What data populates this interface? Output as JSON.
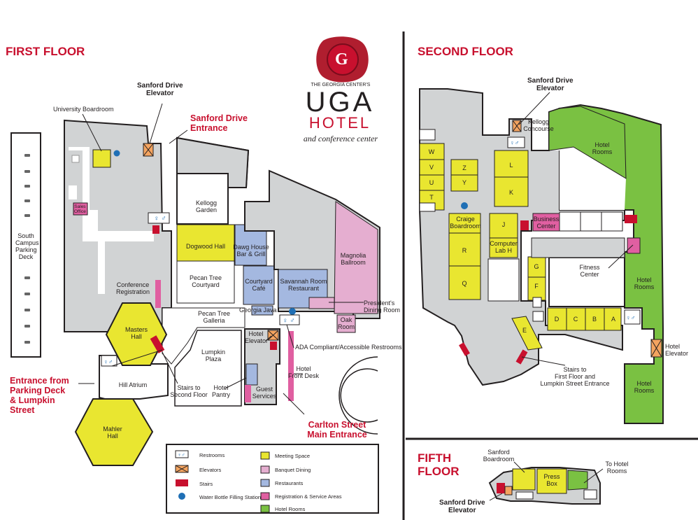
{
  "titles": {
    "first": "FIRST FLOOR",
    "second": "SECOND FLOOR",
    "fifth": "FIFTH FLOOR"
  },
  "logo": {
    "center": "THE GEORGIA CENTER'S",
    "big": "UGA",
    "hotel": "HOTEL",
    "sub": "and conference center",
    "seal": "G"
  },
  "first_floor": {
    "university_boardroom": "University Boardroom",
    "sanford_elevator": "Sanford Drive\nElevator",
    "sanford_entrance": "Sanford Drive\nEntrance",
    "sales_office": "Sales\nOffice",
    "parking_deck": "South\nCampus\nParking\nDeck",
    "kellogg_garden": "Kellogg\nGarden",
    "dogwood": "Dogwood Hall",
    "dawg_house": "Dawg House\nBar & Grill",
    "magnolia": "Magnolia\nBallroom",
    "pecan_courtyard": "Pecan Tree\nCourtyard",
    "courtyard_cafe": "Courtyard\nCafé",
    "savannah": "Savannah Room\nRestaurant",
    "conference_registration": "Conference\nRegistration",
    "pecan_galleria": "Pecan Tree\nGalleria",
    "georgia_java": "Georgia Java",
    "presidents": "President's\nDining Room",
    "oak_room": "Oak\nRoom",
    "masters": "Masters\nHall",
    "hotel_elevator": "Hotel\nElevator",
    "ada": "ADA Compliant/Accessible Restrooms",
    "lumpkin_plaza": "Lumpkin\nPlaza",
    "hotel_front_desk": "Hotel\nFront Desk",
    "hill_atrium": "Hill Atrium",
    "stairs_second": "Stairs to\nSecond Floor",
    "hotel_pantry": "Hotel\nPantry",
    "guest_services": "Guest\nServices",
    "entrance_parking": "Entrance from\nParking Deck\n& Lumpkin\nStreet",
    "carlton": "Carlton Street\nMain Entrance",
    "mahler": "Mahler\nHall"
  },
  "legend": {
    "restrooms": "Restrooms",
    "meeting": "Meeting Space",
    "elevators": "Elevators",
    "banquet": "Banquet Dining",
    "stairs": "Stairs",
    "restaurants": "Restaurants",
    "water": "Water Bottle Filling Station",
    "registration": "Registration & Service Areas",
    "hotel_rooms": "Hotel Rooms"
  },
  "second_floor": {
    "sanford_elevator": "Sanford Drive\nElevator",
    "kellogg_concourse": "Kellogg\nConcourse",
    "hotel_rooms_top": "Hotel\nRooms",
    "w": "W",
    "v": "V",
    "u": "U",
    "t": "T",
    "z": "Z",
    "y": "Y",
    "l": "L",
    "k": "K",
    "craige": "Craige\nBoardroom",
    "j": "J",
    "business": "Business\nCenter",
    "computer_lab": "Computer\nLab H",
    "r": "R",
    "q": "Q",
    "g": "G",
    "f": "F",
    "fitness": "Fitness\nCenter",
    "hotel_rooms_mid": "Hotel\nRooms",
    "d": "D",
    "c": "C",
    "b": "B",
    "a": "A",
    "e": "E",
    "hotel_elevator": "Hotel\nElevator",
    "stairs_first": "Stairs to\nFirst Floor and\nLumpkin Street Entrance",
    "hotel_rooms_bot": "Hotel\nRooms"
  },
  "fifth_floor": {
    "sanford_boardroom": "Sanford\nBoardroom",
    "press_box": "Press\nBox",
    "to_hotel": "To Hotel\nRooms",
    "sanford_elevator": "Sanford Drive\nElevator"
  },
  "colors": {
    "meeting": "#e9e630",
    "banquet": "#e5aed0",
    "restaurant": "#a4b8e0",
    "registration": "#e05fa1",
    "hotel": "#7ac142",
    "stairs": "#c8102e",
    "elevator": "#f4a460",
    "water": "#1f6fb5",
    "building": "#d1d3d4",
    "red_text": "#c8102e"
  }
}
